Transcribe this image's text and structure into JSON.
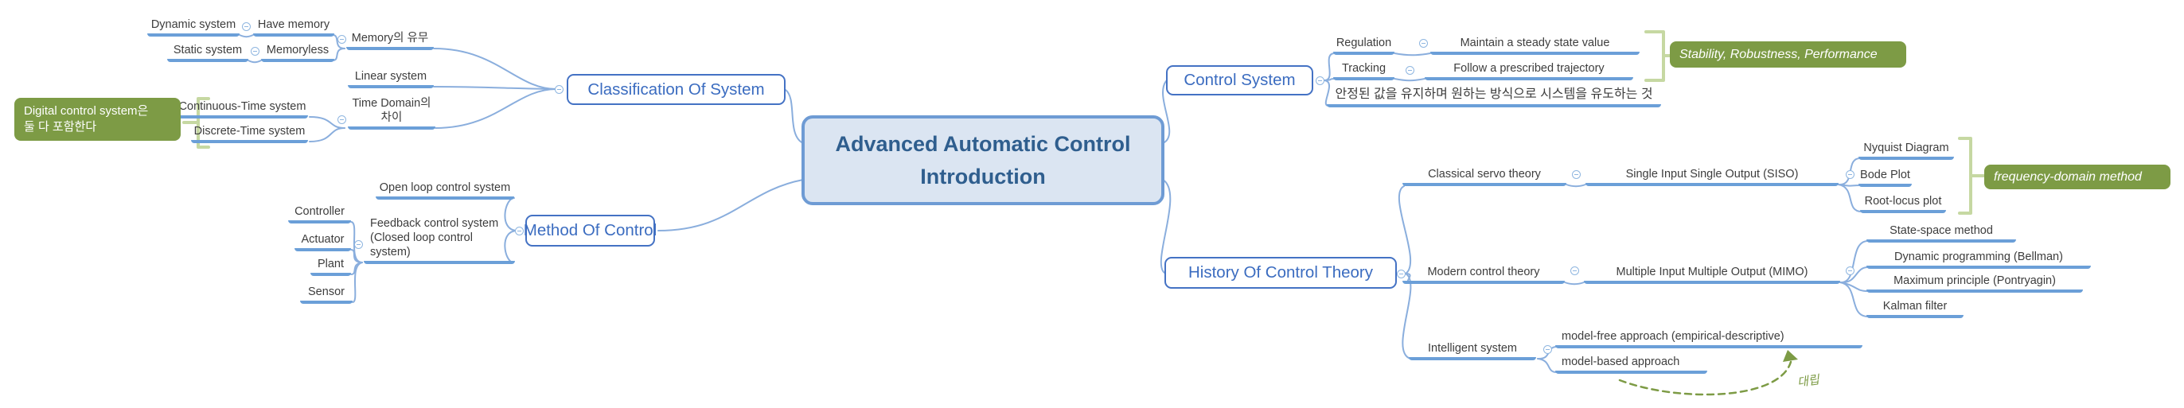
{
  "center": {
    "title": "Advanced Automatic Control\nIntroduction"
  },
  "classification": {
    "label": "Classification Of System",
    "memory_group": {
      "label": "Memory의 유무",
      "have_memory": "Have memory",
      "dynamic_system": "Dynamic system",
      "memoryless": "Memoryless",
      "static_system": "Static system"
    },
    "linear_system": "Linear system",
    "time_domain": {
      "label": "Time Domain의 차이",
      "continuous": "Continuous-Time system",
      "discrete": "Discrete-Time system",
      "note": "Digital control system은\n둘 다 포함한다"
    }
  },
  "method_of_control": {
    "label": "Method Of Control",
    "open_loop": "Open loop control system",
    "feedback": {
      "label": "Feedback control system\n(Closed loop control system)",
      "components": [
        "Controller",
        "Actuator",
        "Plant",
        "Sensor"
      ]
    }
  },
  "control_system": {
    "label": "Control System",
    "regulation": {
      "label": "Regulation",
      "desc": "Maintain a steady state value"
    },
    "tracking": {
      "label": "Tracking",
      "desc": "Follow a prescribed trajectory"
    },
    "summary_ko": "안정된 값을 유지하며 원하는 방식으로 시스템을 유도하는 것",
    "note": "Stability, Robustness, Performance"
  },
  "history": {
    "label": "History Of Control Theory",
    "classical": {
      "label": "Classical servo theory",
      "sub": "Single Input Single Output (SISO)",
      "methods": [
        "Nyquist Diagram",
        "Bode Plot",
        "Root-locus plot"
      ],
      "note": "frequency-domain method"
    },
    "modern": {
      "label": "Modern control theory",
      "sub": "Multiple Input Multiple Output (MIMO)",
      "methods": [
        "State-space method",
        "Dynamic programming (Bellman)",
        "Maximum principle (Pontryagin)",
        "Kalman filter"
      ]
    },
    "intelligent": {
      "label": "Intelligent system",
      "model_free": "model-free approach (empirical-descriptive)",
      "model_based": "model-based approach",
      "relation_label": "대립"
    }
  },
  "colors": {
    "branch_line": "#6b9fd8",
    "curve_line": "#8aaedd",
    "topic_blue": "#4472c4",
    "center_fill": "#dbe5f2",
    "center_border": "#6e9bd4",
    "center_text": "#2f5e8e",
    "note_green": "#7d9b45",
    "bracket_green": "#c6d8a2",
    "leaf_text": "#3d3d3d"
  }
}
